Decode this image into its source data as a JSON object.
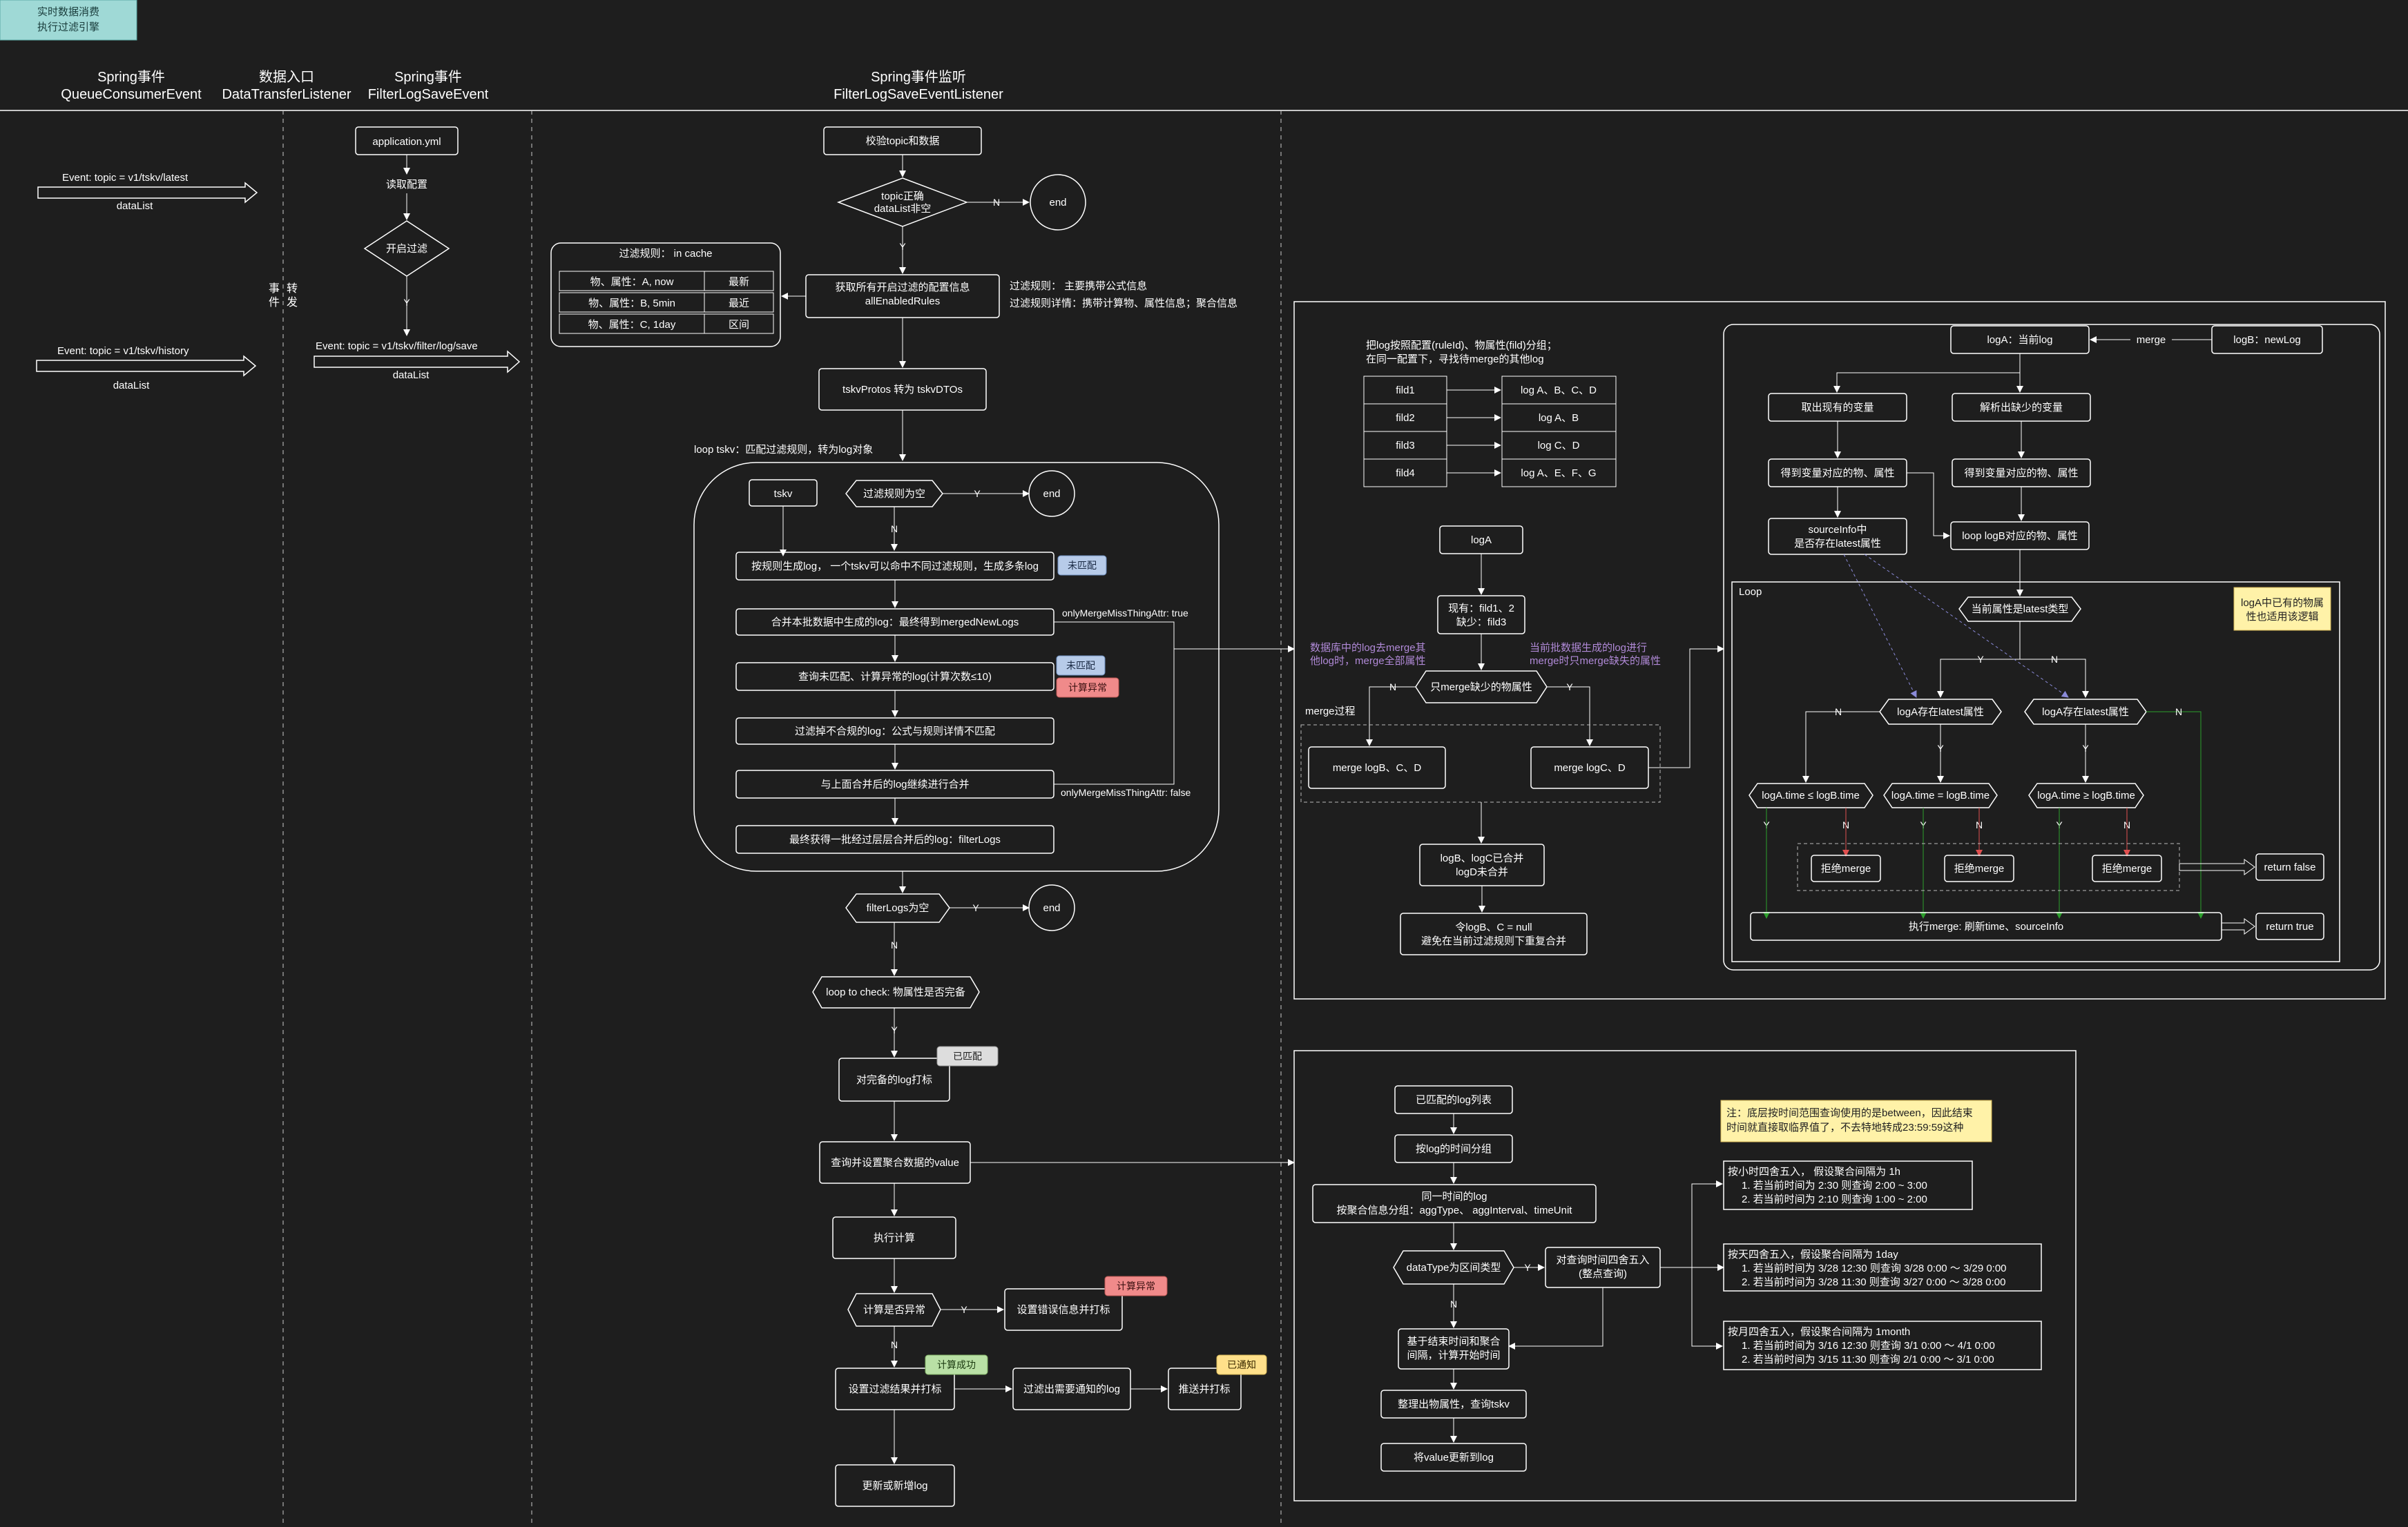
{
  "corner_note": [
    "实时数据消费",
    "执行过滤引擎"
  ],
  "headers": {
    "col1": [
      "Spring事件",
      "QueueConsumerEvent"
    ],
    "col2": [
      "数据入口",
      "DataTransferListener"
    ],
    "col3": [
      "Spring事件",
      "FilterLogSaveEvent"
    ],
    "col4": [
      "Spring事件监听",
      "FilterLogSaveEventListener"
    ]
  },
  "col1": {
    "ev1_topic": "Event:   topic = v1/tskv/latest",
    "ev1_data": "dataList",
    "ev2_topic": "Event:   topic = v1/tskv/history",
    "ev2_data": "dataList"
  },
  "col2": {
    "forward": [
      "事",
      "件",
      "转",
      "发"
    ]
  },
  "col3": {
    "app_yml": "application.yml",
    "read_config": "读取配置",
    "enable_filter": "开启过滤",
    "y": "Y",
    "ev_topic": "Event:   topic = v1/tskv/filter/log/save",
    "ev_data": "dataList"
  },
  "cache": {
    "title": "过滤规则：  in cache",
    "rows": [
      [
        "物、属性：A, now",
        "最新"
      ],
      [
        "物、属性：B, 5min",
        "最近"
      ],
      [
        "物、属性：C, 1day",
        "区间"
      ]
    ]
  },
  "main": {
    "validate": "校验topic和数据",
    "topic_check": [
      "topic正确",
      "dataList非空"
    ],
    "end": "end",
    "n": "N",
    "y": "Y",
    "get_rules": [
      "获取所有开启过滤的配置信息",
      "allEnabledRules"
    ],
    "rule_note1": "过滤规则：  主要携带公式信息",
    "rule_note2": "过滤规则详情：携带计算物、属性信息；聚合信息",
    "convert": "tskvProtos 转为 tskvDTOs",
    "loop_label": "loop tskv：匹配过滤规则，转为log对象",
    "tskv": "tskv",
    "rule_empty": "过滤规则为空",
    "gen_log": "按规则生成log，  一个tskv可以命中不同过滤规则，生成多条log",
    "merge_batch": "合并本批数据中生成的log：最终得到mergedNewLogs",
    "query_unmatched": "查询未匹配、计算异常的log(计算次数≤10)",
    "filter_bad": "过滤掉不合规的log：公式与规则详情不匹配",
    "merge_again": "与上面合并后的log继续进行合并",
    "final_logs": "最终获得一批经过层层合并后的log：filterLogs",
    "tag_unmatched": "未匹配",
    "tag_unmatched2": "未匹配",
    "tag_calc_err": "计算异常",
    "attr_true": "onlyMergeMissThingAttr: true",
    "attr_false": "onlyMergeMissThingAttr: false",
    "filter_empty": "filterLogs为空",
    "loop_check": "loop to check: 物属性是否完备",
    "mark_complete": "对完备的log打标",
    "tag_matched": "已匹配",
    "query_agg": "查询并设置聚合数据的value",
    "exec_calc": "执行计算",
    "calc_err_q": "计算是否异常",
    "set_err": "设置错误信息并打标",
    "tag_calc_err2": "计算异常",
    "set_result": "设置过滤结果并打标",
    "tag_calc_ok": "计算成功",
    "filter_notify": "过滤出需要通知的log",
    "push_mark": "推送并打标",
    "tag_notified": "已通知",
    "upsert": "更新或新增log"
  },
  "panel_a": {
    "group_title": [
      "把log按照配置(ruleId)、物属性(fild)分组；",
      "在同一配置下，寻找待merge的其他log"
    ],
    "filds": [
      "fild1",
      "fild2",
      "fild3",
      "fild4"
    ],
    "logs": [
      "log A、B、C、D",
      "log A、B",
      "log C、D",
      "log A、E、F、G"
    ],
    "logA": "logA",
    "exist": [
      "现有：fild1、2",
      "缺少：fild3"
    ],
    "purple_left": [
      "数据库中的log去merge其",
      "他log时，merge全部属性"
    ],
    "purple_right": [
      "当前批数据生成的log进行",
      "merge时只merge缺失的属性"
    ],
    "only_merge": "只merge缺少的物属性",
    "n": "N",
    "y": "Y",
    "merge_process": "merge过程",
    "merge_bcd": "merge logB、C、D",
    "merge_cd": "merge logC、D",
    "merged": [
      "logB、logC已合并",
      "logD未合并"
    ],
    "set_null": [
      "令logB、C = null",
      "避免在当前过滤规则下重复合并"
    ]
  },
  "panel_b": {
    "logA_cur": "logA：当前log",
    "merge": "merge",
    "logB_new": "logB：newLog",
    "take_existing": "取出现有的变量",
    "parse_missing": "解析出缺少的变量",
    "get_thing_attr1": "得到变量对应的物、属性",
    "get_thing_attr2": "得到变量对应的物、属性",
    "source_info": [
      "sourceInfo中",
      "是否存在latest属性"
    ],
    "loop_logB": "loop logB对应的物、属性",
    "loop": "Loop",
    "cur_latest": "当前属性是latest类型",
    "sticky": [
      "logA中已有的物属",
      "性也适用该逻辑"
    ],
    "y": "Y",
    "n": "N",
    "logA_has1": "logA存在latest属性",
    "logA_has2": "logA存在latest属性",
    "cmp1": "logA.time ≤ logB.time",
    "cmp2": "logA.time = logB.time",
    "cmp3": "logA.time ≥ logB.time",
    "reject": "拒绝merge",
    "exec_merge": "执行merge: 刷新time、sourceInfo",
    "return_false": "return false",
    "return_true": "return true"
  },
  "panel_c": {
    "matched_list": "已匹配的log列表",
    "group_time": "按log的时间分组",
    "same_time": [
      "同一时间的log",
      "按聚合信息分组：aggType、 aggInterval、timeUnit"
    ],
    "is_range": "dataType为区间类型",
    "round_query": [
      "对查询时间四舍五入",
      "(整点查询)"
    ],
    "y": "Y",
    "n": "N",
    "calc_start": [
      "基于结束时间和聚合",
      "间隔，计算开始时间"
    ],
    "sort_query": "整理出物属性，查询tskv",
    "update_value": "将value更新到log",
    "note": [
      "注：底层按时间范围查询使用的是between，因此结束",
      "时间就直接取临界值了，不去特地转成23:59:59这种"
    ],
    "hour": [
      "按小时四舍五入，  假设聚合间隔为 1h",
      "1. 若当前时间为 2:30 则查询 2:00 ~ 3:00",
      "2. 若当前时间为 2:10 则查询 1:00 ~ 2:00"
    ],
    "day": [
      "按天四舍五入，假设聚合间隔为 1day",
      "1. 若当前时间为 3/28 12:30 则查询 3/28 0:00 ～ 3/29 0:00",
      "2. 若当前时间为 3/28 11:30 则查询 3/27 0:00 ～ 3/28 0:00"
    ],
    "month": [
      "按月四舍五入，假设聚合间隔为 1month",
      "1. 若当前时间为 3/16 12:30 则查询 3/1 0:00 ～ 4/1 0:00",
      "2. 若当前时间为 3/15 11:30 则查询 2/1 0:00 ～ 3/1 0:00"
    ]
  },
  "colors": {
    "bg": "#1e1e1e",
    "line": "#ffffff",
    "corner_fill": "#9fd9d6",
    "tag_blue": "#b7cbe9",
    "tag_red": "#f08a8a",
    "tag_gray": "#dddddd",
    "tag_green": "#b9e0a5",
    "tag_yellow": "#ffe08a",
    "sticky": "#fff2a8",
    "purple": "#b18ad8",
    "green_arrow": "#2ca02c",
    "red_arrow": "#e05050"
  }
}
